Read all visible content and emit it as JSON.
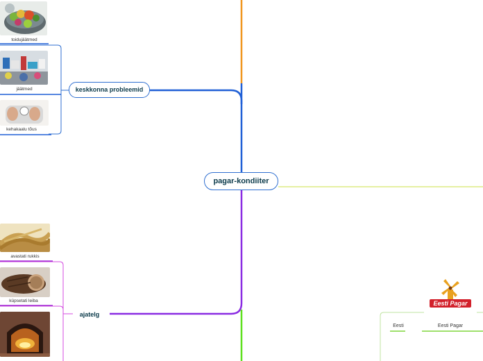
{
  "central_topic": "pagar-kondiiter",
  "branches": {
    "environment": {
      "label": "keskkonna probleemid",
      "children": [
        {
          "caption": "toidujäätmed",
          "image": "food-waste-image"
        },
        {
          "caption": "jäätmed",
          "image": "waste-image"
        },
        {
          "caption": "kehakaalu tõus",
          "image": "scale-weight-image"
        }
      ]
    },
    "timeline": {
      "label": "ajatelg",
      "children": [
        {
          "caption": "avastati rukkis",
          "image": "rye-field-image"
        },
        {
          "caption": "küpsetati leiba",
          "image": "bread-loaf-image"
        },
        {
          "caption": "",
          "image": "brick-oven-image"
        }
      ]
    },
    "estonia": {
      "label": "Eesti",
      "children": [
        {
          "caption": "Eesti Pagar",
          "image": "eesti-pagar-logo"
        }
      ]
    }
  },
  "logo": {
    "text": "Eesti Pagar"
  },
  "colors": {
    "branch_blue": "#2f6fd0",
    "branch_orange": "#f0961e",
    "branch_purple": "#8a2be2",
    "branch_magenta": "#d44be0",
    "branch_green": "#5ee01e",
    "branch_yellow_green": "#d8e66a"
  }
}
